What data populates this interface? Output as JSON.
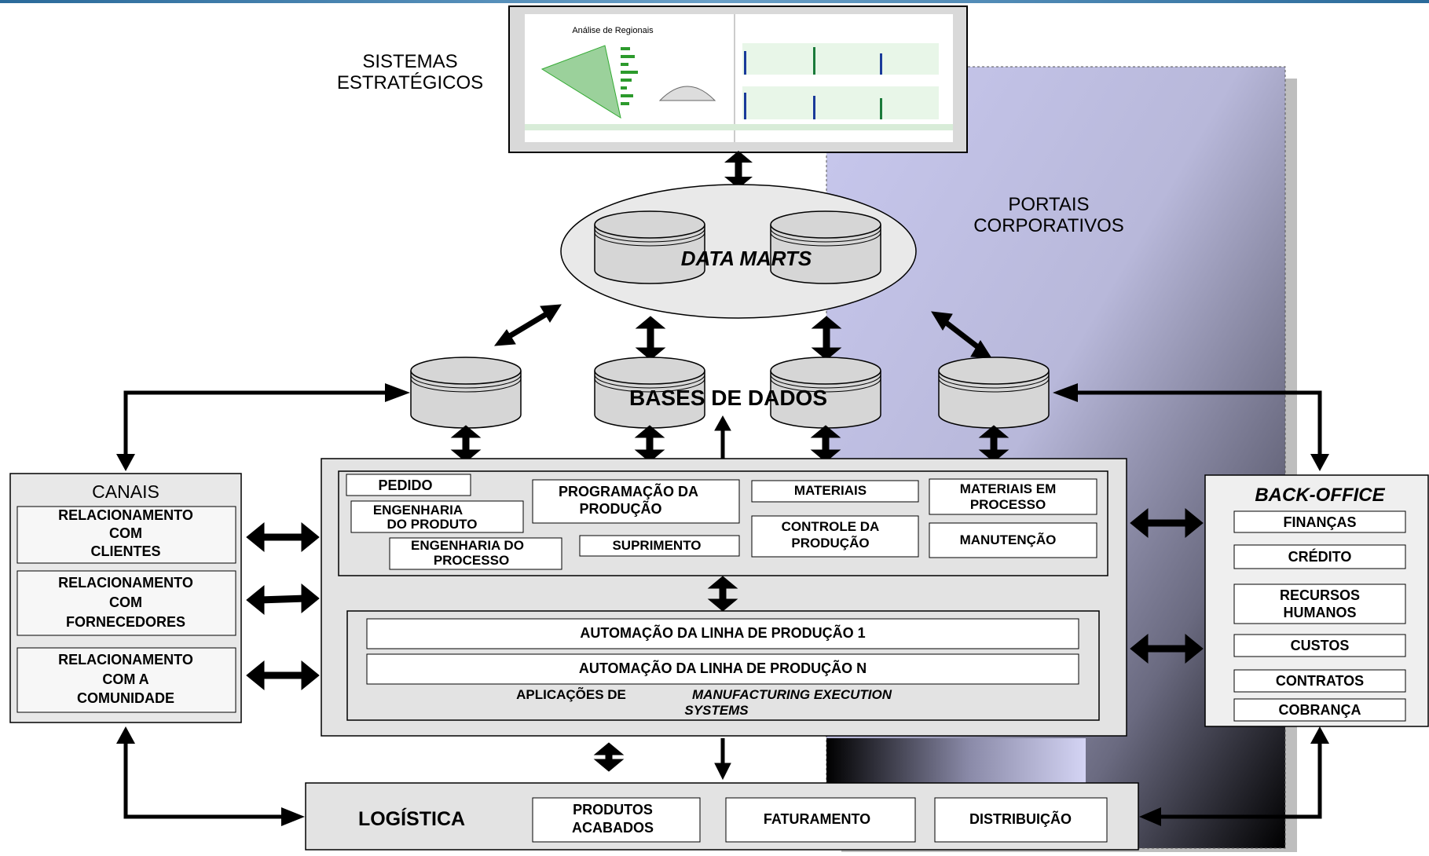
{
  "strategic": {
    "label_line1": "SISTEMAS",
    "label_line2": "ESTRATÉGICOS",
    "screenshot_title": "Análise de Regionais"
  },
  "portals": {
    "line1": "PORTAIS",
    "line2": "CORPORATIVOS"
  },
  "data_marts": {
    "label": "DATA MARTS"
  },
  "databases": {
    "label": "BASES DE DADOS"
  },
  "channels": {
    "title": "CANAIS",
    "items": [
      {
        "l1": "RELACIONAMENTO",
        "l2": "COM",
        "l3": "CLIENTES"
      },
      {
        "l1": "RELACIONAMENTO",
        "l2": "COM",
        "l3": "FORNECEDORES"
      },
      {
        "l1": "RELACIONAMENTO",
        "l2": "COM A",
        "l3": "COMUNIDADE"
      }
    ]
  },
  "core": {
    "pedido": "PEDIDO",
    "eng_produto": {
      "l1": "ENGENHARIA",
      "l2": "DO PRODUTO"
    },
    "eng_processo": {
      "l1": "ENGENHARIA DO",
      "l2": "PROCESSO"
    },
    "programacao": {
      "l1": "PROGRAMAÇÃO DA",
      "l2": "PRODUÇÃO"
    },
    "suprimento": "SUPRIMENTO",
    "materiais": "MATERIAIS",
    "controle": {
      "l1": "CONTROLE DA",
      "l2": "PRODUÇÃO"
    },
    "materiais_processo": {
      "l1": "MATERIAIS EM",
      "l2": "PROCESSO"
    },
    "manutencao": "MANUTENÇÃO"
  },
  "mes": {
    "line1": "AUTOMAÇÃO DA LINHA DE PRODUÇÃO 1",
    "lineN": "AUTOMAÇÃO DA LINHA DE PRODUÇÃO N",
    "caption_prefix": "APLICAÇÕES DE",
    "caption_italic_1": "MANUFACTURING EXECUTION",
    "caption_italic_2": "SYSTEMS"
  },
  "backoffice": {
    "title": "BACK-OFFICE",
    "items": [
      "FINANÇAS",
      "CRÉDITO",
      "RECURSOS HUMANOS",
      "CUSTOS",
      "CONTRATOS",
      "COBRANÇA"
    ],
    "rh_l1": "RECURSOS",
    "rh_l2": "HUMANOS"
  },
  "logistics": {
    "title": "LOGÍSTICA",
    "produtos": {
      "l1": "PRODUTOS",
      "l2": "ACABADOS"
    },
    "faturamento": "FATURAMENTO",
    "distribuicao": "DISTRIBUIÇÃO"
  }
}
